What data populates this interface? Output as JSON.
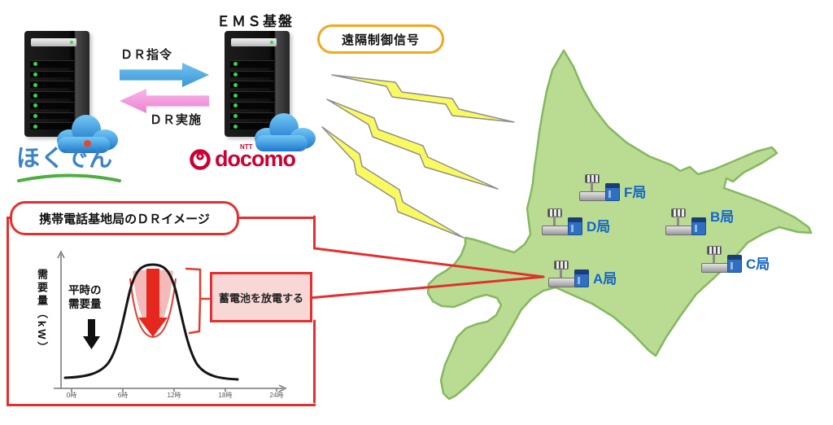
{
  "actors": {
    "hokuden": {
      "logo_text": "ほくでん"
    },
    "docomo": {
      "server_label": "ＥＭＳ基盤",
      "logo_text": "docomo",
      "logo_sup": "NTT"
    }
  },
  "dr_flow": {
    "command_label": "ＤＲ指令",
    "execute_label": "ＤＲ実施",
    "signal_label": "遠隔制御信号"
  },
  "map": {
    "stations": [
      {
        "label": "F局"
      },
      {
        "label": "B局"
      },
      {
        "label": "D局"
      },
      {
        "label": "A局"
      },
      {
        "label": "C局"
      }
    ]
  },
  "dr_box": {
    "title": "携帯電話基地局のＤＲイメージ",
    "discharge_note": "蓄電池を放電する",
    "baseline_label_line1": "平時の",
    "baseline_label_line2": "需要量",
    "y_axis_label": "需要量（kW）"
  },
  "chart_data": {
    "type": "line",
    "title": "携帯電話基地局のＤＲイメージ",
    "ylabel": "需要量（kW）",
    "x_ticks": [
      "0時",
      "6時",
      "12時",
      "18時",
      "24時"
    ],
    "x_hours": [
      0,
      2,
      4,
      6,
      7,
      8,
      9,
      10,
      11,
      12,
      13,
      14,
      15,
      16,
      17,
      18,
      20,
      22,
      24
    ],
    "demand_relative": [
      8,
      8,
      8,
      10,
      18,
      45,
      80,
      95,
      98,
      98,
      96,
      85,
      55,
      25,
      12,
      9,
      8,
      8,
      8
    ],
    "peak_shaving": {
      "from_hour": 9,
      "to_hour": 14,
      "method": "蓄電池を放電する"
    },
    "annotations": [
      "蓄電池を放電する",
      "平時の需要量"
    ],
    "grid": false,
    "legend": false
  },
  "colors": {
    "red_accent": "#e3302e",
    "blue_arrow": "#4aa4e0",
    "pink_arrow": "#ee8ed8",
    "bolt_yellow": "#f9f960",
    "bubble_orange": "#f2a71d",
    "map_green": "#b9dc92",
    "map_stroke": "#85b860",
    "station_blue": "#1566c9",
    "docomo_red": "#cc0033",
    "hokuden_blue": "#3b82c8",
    "hokuden_green": "#4caf3f",
    "discharge_pink": "#f8d7d7"
  }
}
